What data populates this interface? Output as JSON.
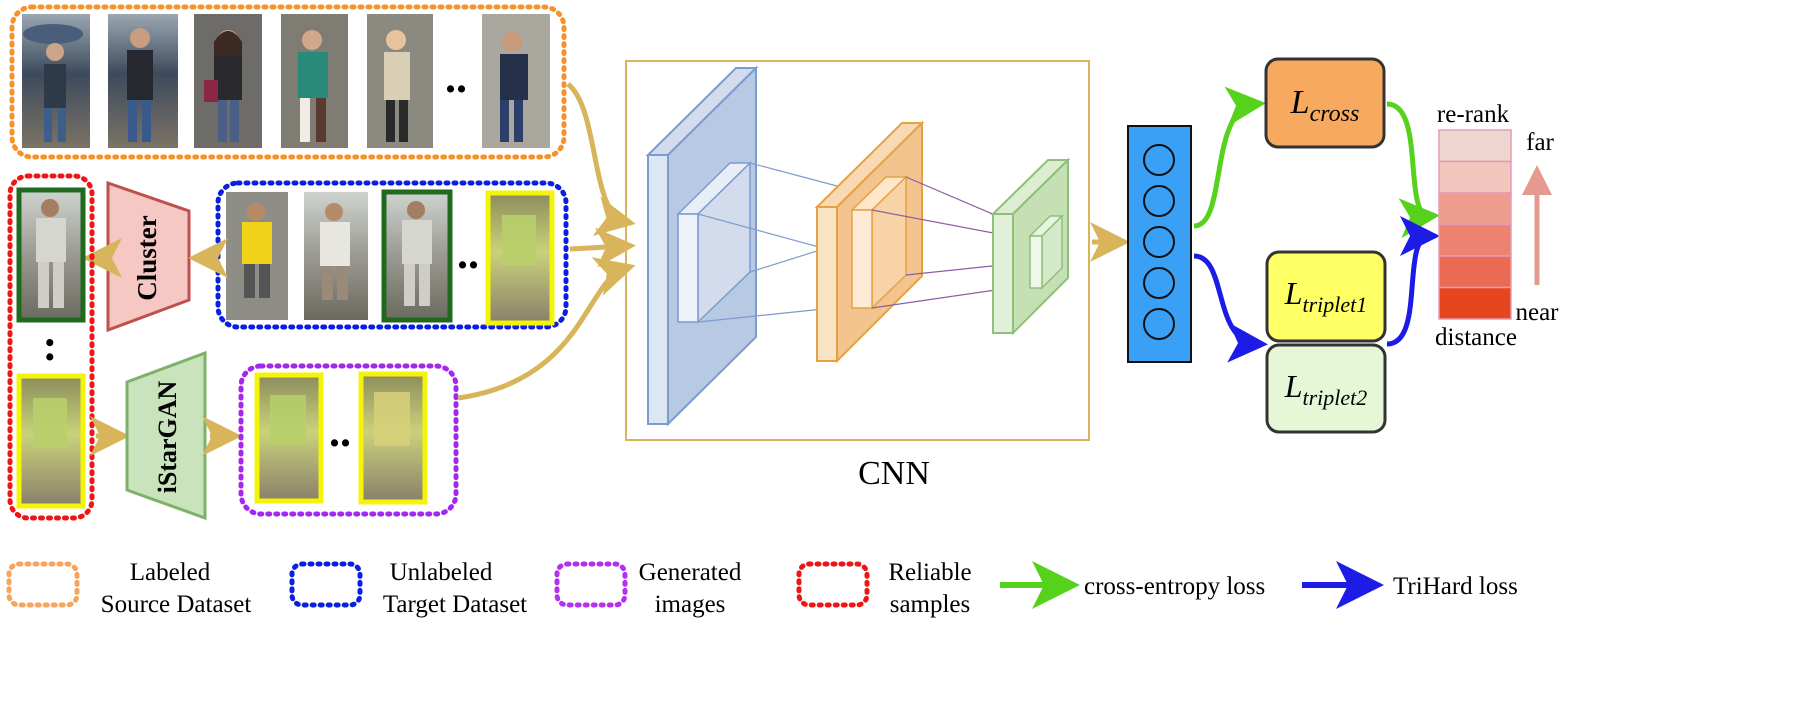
{
  "cnn": {
    "label": "CNN"
  },
  "modules": {
    "cluster": "Cluster",
    "gan": "iStarGAN"
  },
  "losses": {
    "cross": {
      "base": "L",
      "sub": "cross",
      "fill": "#f8a960"
    },
    "triplet1": {
      "base": "L",
      "sub": "triplet1",
      "fill": "#ffff66"
    },
    "triplet2": {
      "base": "L",
      "sub": "triplet2",
      "fill": "#e5f7d6"
    }
  },
  "rerank": {
    "title": "re-rank",
    "far": "far",
    "near": "near",
    "bottom": "distance",
    "colors": [
      "#efd5d0",
      "#f2c7bd",
      "#ee9c8e",
      "#ec8371",
      "#ea6a52",
      "#e6451e"
    ]
  },
  "ellipsis": {
    "source": "..",
    "target": "..",
    "generated": "..",
    "reliable": ":"
  },
  "legend": {
    "items": [
      {
        "line1": "Labeled",
        "line2": "Source Dataset",
        "color": "#f7a35a"
      },
      {
        "line1": "Unlabeled",
        "line2": "Target Dataset",
        "color": "#0b1fe0"
      },
      {
        "line1": "Generated",
        "line2": "images",
        "color": "#b52ff0"
      },
      {
        "line1": "Reliable",
        "line2": "samples",
        "color": "#ee1515"
      }
    ],
    "arrows": [
      {
        "label": "cross-entropy loss",
        "color": "#56d21c"
      },
      {
        "label": "TriHard loss",
        "color": "#1c1ce6"
      }
    ]
  },
  "colors": {
    "flow_arrow": "#d8b55b",
    "source_box": "#f7922b",
    "target_box": "#0b1fe0",
    "generated_box": "#a427f0",
    "reliable_box": "#ee1515",
    "cnn_frame": "#d8b55b",
    "layer1": "#b8c9e4",
    "layer2": "#f4c48f",
    "layer3": "#c4e0b4",
    "feature_vector": "#3aa0f6",
    "green_arrow": "#56d21c",
    "blue_arrow": "#1c1ce6"
  }
}
